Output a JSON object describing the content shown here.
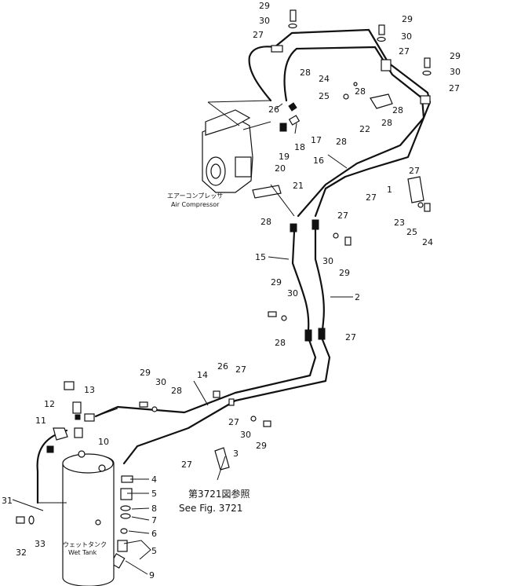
{
  "callouts": [
    {
      "id": "c29a",
      "text": "29"
    },
    {
      "id": "c30a",
      "text": "30"
    },
    {
      "id": "c27a",
      "text": "27"
    },
    {
      "id": "c28a",
      "text": "28"
    },
    {
      "id": "c26a",
      "text": "26"
    },
    {
      "id": "c29b",
      "text": "29"
    },
    {
      "id": "c30b",
      "text": "30"
    },
    {
      "id": "c27b",
      "text": "27"
    },
    {
      "id": "c28b",
      "text": "28"
    },
    {
      "id": "c24a",
      "text": "24"
    },
    {
      "id": "c25a",
      "text": "25"
    },
    {
      "id": "c22",
      "text": "22"
    },
    {
      "id": "c29c",
      "text": "29"
    },
    {
      "id": "c30c",
      "text": "30"
    },
    {
      "id": "c27c",
      "text": "27"
    },
    {
      "id": "c28c",
      "text": "28"
    },
    {
      "id": "c28d",
      "text": "28"
    },
    {
      "id": "c17",
      "text": "17"
    },
    {
      "id": "c18",
      "text": "18"
    },
    {
      "id": "c19",
      "text": "19"
    },
    {
      "id": "c28e",
      "text": "28"
    },
    {
      "id": "c16",
      "text": "16"
    },
    {
      "id": "c20",
      "text": "20"
    },
    {
      "id": "c21",
      "text": "21"
    },
    {
      "id": "c27d",
      "text": "27"
    },
    {
      "id": "c1",
      "text": "1"
    },
    {
      "id": "c27e",
      "text": "27"
    },
    {
      "id": "c28f",
      "text": "28"
    },
    {
      "id": "c27f",
      "text": "27"
    },
    {
      "id": "c23",
      "text": "23"
    },
    {
      "id": "c25b",
      "text": "25"
    },
    {
      "id": "c24b",
      "text": "24"
    },
    {
      "id": "c30d",
      "text": "30"
    },
    {
      "id": "c29d",
      "text": "29"
    },
    {
      "id": "c15",
      "text": "15"
    },
    {
      "id": "c2",
      "text": "2"
    },
    {
      "id": "c29e",
      "text": "29"
    },
    {
      "id": "c30e",
      "text": "30"
    },
    {
      "id": "c28g",
      "text": "28"
    },
    {
      "id": "c27g",
      "text": "27"
    },
    {
      "id": "c29f",
      "text": "29"
    },
    {
      "id": "c30f",
      "text": "30"
    },
    {
      "id": "c14",
      "text": "14"
    },
    {
      "id": "c26b",
      "text": "26"
    },
    {
      "id": "c27h",
      "text": "27"
    },
    {
      "id": "c28h",
      "text": "28"
    },
    {
      "id": "c13",
      "text": "13"
    },
    {
      "id": "c12",
      "text": "12"
    },
    {
      "id": "c11",
      "text": "11"
    },
    {
      "id": "c10",
      "text": "10"
    },
    {
      "id": "c27i",
      "text": "27"
    },
    {
      "id": "c30g",
      "text": "30"
    },
    {
      "id": "c29g",
      "text": "29"
    },
    {
      "id": "c3",
      "text": "3"
    },
    {
      "id": "c27j",
      "text": "27"
    },
    {
      "id": "c4",
      "text": "4"
    },
    {
      "id": "c5a",
      "text": "5"
    },
    {
      "id": "c8",
      "text": "8"
    },
    {
      "id": "c7",
      "text": "7"
    },
    {
      "id": "c6",
      "text": "6"
    },
    {
      "id": "c5b",
      "text": "5"
    },
    {
      "id": "c9",
      "text": "9"
    },
    {
      "id": "c31",
      "text": "31"
    },
    {
      "id": "c32",
      "text": "32"
    },
    {
      "id": "c33",
      "text": "33"
    }
  ],
  "labels": {
    "air_compressor_jp": "エアーコンプレッサ",
    "air_compressor_en": "Air Compressor",
    "wet_tank_jp": "ウェットタンク",
    "wet_tank_en": "Wet Tank",
    "see_fig_jp": "第3721図参照",
    "see_fig_en": "See Fig. 3721"
  }
}
